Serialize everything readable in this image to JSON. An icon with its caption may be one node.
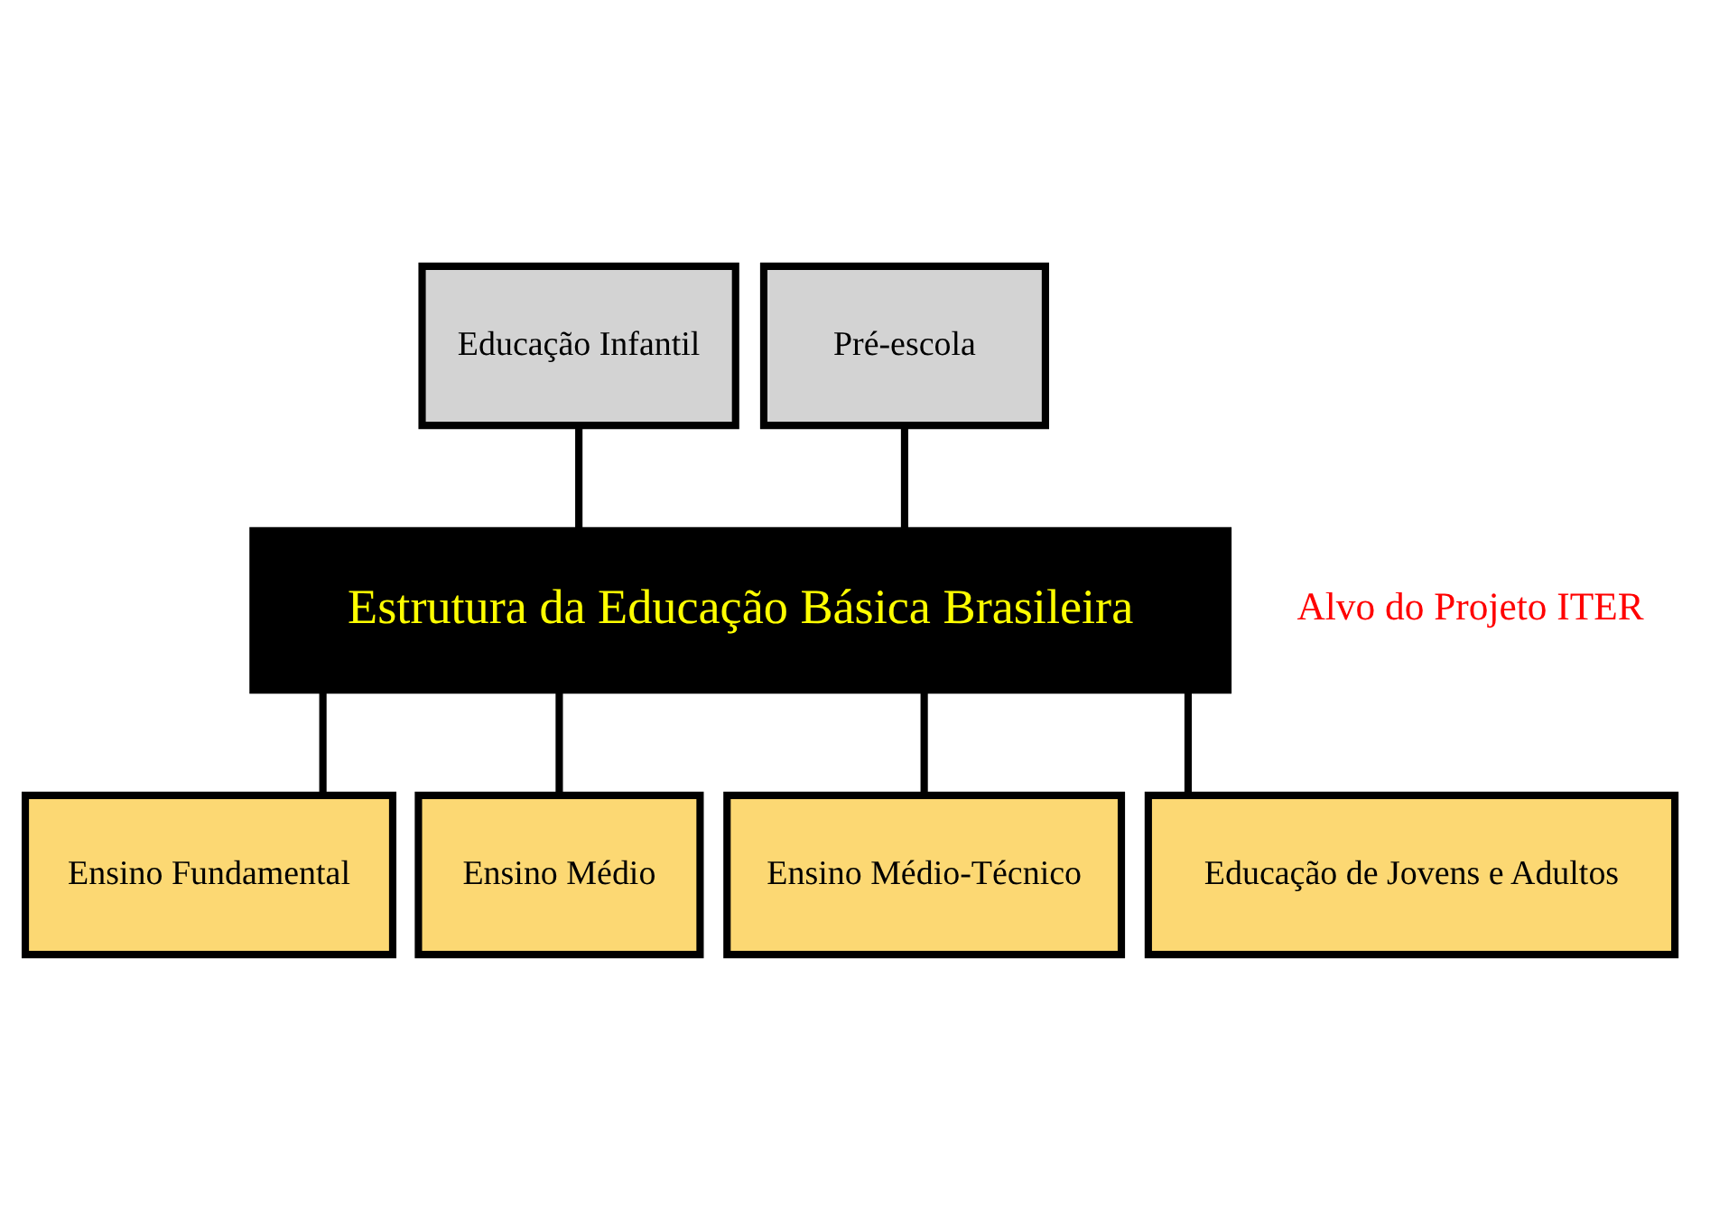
{
  "diagram": {
    "nodes": [
      {
        "text": [
          "Educação Infantil"
        ]
      },
      {
        "text": [
          "Pré-escola"
        ]
      },
      {
        "text": [
          "Estrutura da Educação Básica Brasileira"
        ]
      },
      {
        "text": [
          "Ensino Fundamental"
        ]
      },
      {
        "text": [
          "Ensino Médio"
        ]
      },
      {
        "text": [
          "Ensino Médio-Técnico"
        ]
      },
      {
        "text": [
          "Educação de Jovens e Adultos"
        ]
      }
    ],
    "edges": [
      {
        "from": 0,
        "to": 2,
        "arrow": "none"
      },
      {
        "from": 1,
        "to": 2,
        "arrow": "none"
      },
      {
        "from": 2,
        "to": 3,
        "arrow": "none"
      },
      {
        "from": 2,
        "to": 4,
        "arrow": "none"
      },
      {
        "from": 2,
        "to": 5,
        "arrow": "none"
      },
      {
        "from": 2,
        "to": 6,
        "arrow": "none"
      }
    ],
    "labels": [
      "Alvo do Projeto ITER"
    ]
  }
}
